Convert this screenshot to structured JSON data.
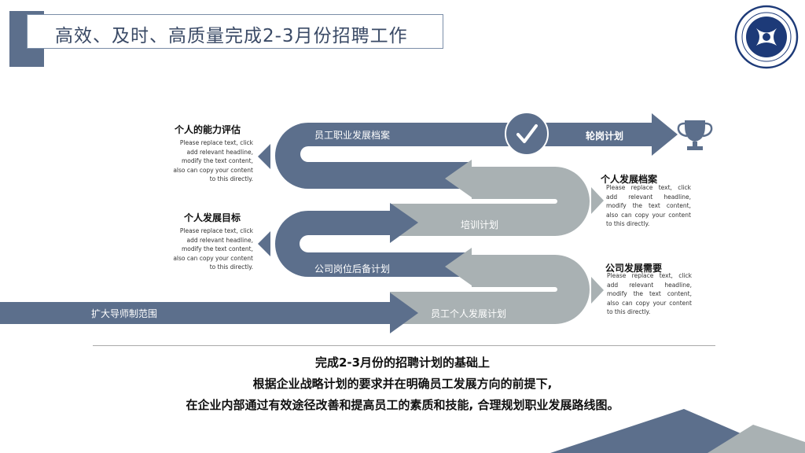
{
  "title": "高效、及时、高质量完成2-3月份招聘工作",
  "diagram": {
    "band_labels": {
      "top": "员工职业发展档案",
      "top_right": "轮岗计划",
      "middle": "培训计划",
      "lower": "公司岗位后备计划",
      "bottom_left": "扩大导师制范围",
      "bottom_right": "员工个人发展计划"
    },
    "notes": [
      {
        "title": "个人的能力评估",
        "body": "Please replace text, click add relevant headline, modify the text content, also can copy your content to this directly."
      },
      {
        "title": "个人发展档案",
        "body": "Please replace text, click add relevant headline, modify the text content, also can copy your content to this directly."
      },
      {
        "title": "个人发展目标",
        "body": "Please replace text, click add relevant headline, modify the text content, also can copy your content to this directly."
      },
      {
        "title": "公司发展需要",
        "body": "Please replace text, click add relevant headline, modify the text content, also can copy your content to this directly."
      }
    ]
  },
  "conclusion": [
    "完成2-3月份的招聘计划的基础上",
    "根据企业战略计划的要求并在明确员工发展方向的前提下,",
    "在企业内部通过有效途径改善和提高员工的素质和技能, 合理规划职业发展路线图。"
  ],
  "colors": {
    "dark": "#5c6f8c",
    "gray": "#a9b1b3"
  }
}
